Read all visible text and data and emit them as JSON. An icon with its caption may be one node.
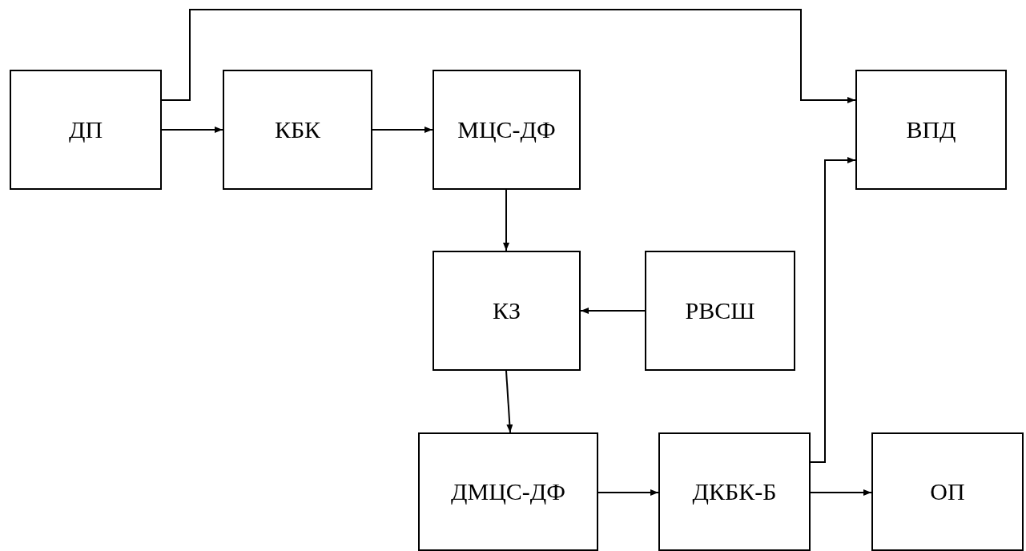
{
  "diagram": {
    "nodes": [
      {
        "text": [
          "ДП"
        ]
      },
      {
        "text": [
          "КБК"
        ]
      },
      {
        "text": [
          "МЦС-ДФ"
        ]
      },
      {
        "text": [
          "ВПД"
        ]
      },
      {
        "text": [
          "КЗ"
        ]
      },
      {
        "text": [
          "РВСШ"
        ]
      },
      {
        "text": [
          "ДМЦС-ДФ"
        ]
      },
      {
        "text": [
          "ДКБК-Б"
        ]
      },
      {
        "text": [
          "ОП"
        ]
      }
    ],
    "edges": [
      {
        "from": 0,
        "to": 1,
        "arrow": "to"
      },
      {
        "from": 1,
        "to": 2,
        "arrow": "to"
      },
      {
        "from": 0,
        "to": 3,
        "arrow": "to"
      },
      {
        "from": 2,
        "to": 4,
        "arrow": "to"
      },
      {
        "from": 5,
        "to": 4,
        "arrow": "to"
      },
      {
        "from": 4,
        "to": 6,
        "arrow": "to"
      },
      {
        "from": 6,
        "to": 7,
        "arrow": "to"
      },
      {
        "from": 7,
        "to": 8,
        "arrow": "to"
      },
      {
        "from": 7,
        "to": 3,
        "arrow": "to"
      }
    ]
  }
}
